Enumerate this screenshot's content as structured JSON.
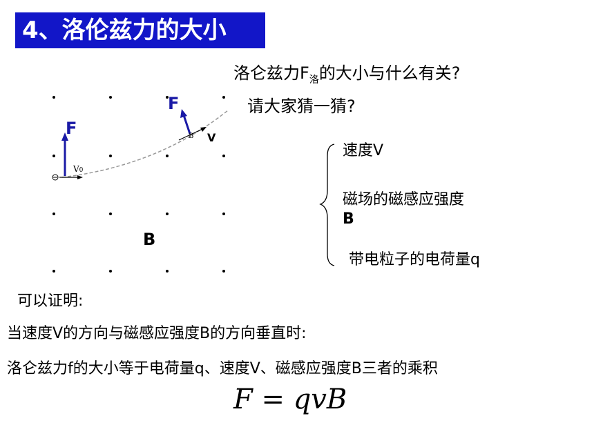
{
  "title": "4、洛伦兹力的大小",
  "question": {
    "line1_prefix": "洛仑兹力F",
    "line1_sub": "洛",
    "line1_suffix": "的大小与什么有关?",
    "line2": "请大家猜一猜?"
  },
  "factors": {
    "item1": "速度V",
    "item2_line1": "磁场的磁感应强度",
    "item2_line2": "B",
    "item3": "带电粒子的电荷量q"
  },
  "diagram": {
    "force_label_left": "F",
    "force_label_right": "F",
    "velocity_label": "V",
    "v0_label": "V",
    "v0_sub": "0",
    "point_label": "B",
    "field_label": "B",
    "colors": {
      "force": "#1a1aa6",
      "path": "#999999"
    }
  },
  "proof": "可以证明:",
  "condition": "当速度V的方向与磁感应强度B的方向垂直时:",
  "conclusion": "洛仑兹力f的大小等于电荷量q、速度V、磁感应强度B三者的乘积",
  "formula": "F = qvB"
}
